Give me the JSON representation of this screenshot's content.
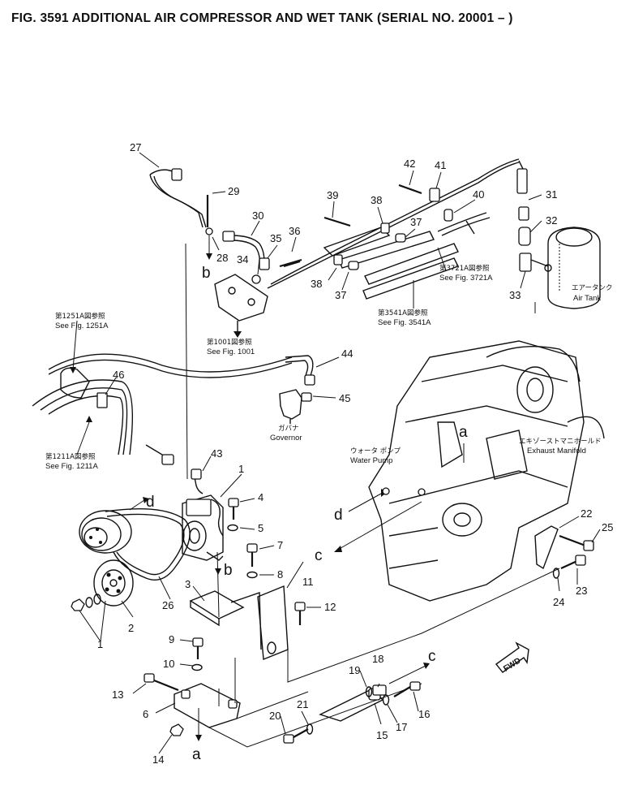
{
  "title": "FIG. 3591  ADDITIONAL AIR COMPRESSOR AND WET TANK (SERIAL NO. 20001 – )",
  "references": {
    "fig1251": {
      "jp": "第1251A図参照",
      "en": "See Fig. 1251A"
    },
    "fig1211": {
      "jp": "第1211A図参照",
      "en": "See Fig. 1211A"
    },
    "fig1001": {
      "jp": "第1001図参照",
      "en": "See Fig. 1001"
    },
    "fig3721": {
      "jp": "第3721A図参照",
      "en": "See Fig. 3721A"
    },
    "fig3541": {
      "jp": "第3541A図参照",
      "en": "See Fig. 3541A"
    }
  },
  "components": {
    "air_tank": {
      "jp": "エアータンク",
      "en": "Air  Tank"
    },
    "governor": {
      "jp": "ガバナ",
      "en": "Governor"
    },
    "water_pump": {
      "jp": "ウォータ ポンプ",
      "en": "Water Pump"
    },
    "exhaust_manifold": {
      "jp": "エキゾーストマニホールド",
      "en": "Exhaust   Manifold"
    },
    "fwd": "FWD"
  },
  "callouts": {
    "a": "a",
    "b": "b",
    "c": "c",
    "d": "d",
    "n1": "1",
    "n2": "2",
    "n3": "3",
    "n4": "4",
    "n5": "5",
    "n6": "6",
    "n7": "7",
    "n8": "8",
    "n9": "9",
    "n10": "10",
    "n11": "11",
    "n12": "12",
    "n13": "13",
    "n14": "14",
    "n15": "15",
    "n16": "16",
    "n17": "17",
    "n18": "18",
    "n19": "19",
    "n20": "20",
    "n21": "21",
    "n22": "22",
    "n23": "23",
    "n24": "24",
    "n25": "25",
    "n26": "26",
    "n27": "27",
    "n28": "28",
    "n29": "29",
    "n30": "30",
    "n31": "31",
    "n32": "32",
    "n33": "33",
    "n34": "34",
    "n35": "35",
    "n36": "36",
    "n37": "37",
    "n38": "38",
    "n39": "39",
    "n40": "40",
    "n41": "41",
    "n42": "42",
    "n43": "43",
    "n44": "44",
    "n45": "45",
    "n46": "46"
  }
}
